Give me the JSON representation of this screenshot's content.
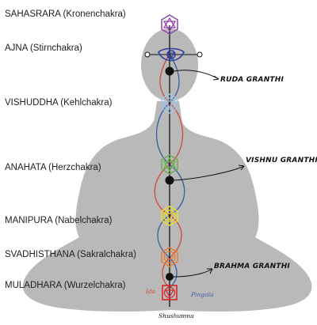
{
  "chakras": [
    {
      "key": "sahasrara",
      "label": "SAHASRARA (Kronenchakra)",
      "color": "#8e44ad"
    },
    {
      "key": "ajna",
      "label": "AJNA (Stirnchakra)",
      "color": "#2c3e9e"
    },
    {
      "key": "vishuddha",
      "label": "VISHUDDHA (Kehlchakra)",
      "color": "#9cc7e8"
    },
    {
      "key": "anahata",
      "label": "ANAHATA (Herzchakra)",
      "color": "#6ab04c"
    },
    {
      "key": "manipura",
      "label": "MANIPURA (Nabelchakra)",
      "color": "#f1e01a"
    },
    {
      "key": "svadhisthana",
      "label": "SVADHISTHANA (Sakralchakra)",
      "color": "#ee7a2f"
    },
    {
      "key": "muladhara",
      "label": "MULADHARA (Wurzelchakra)",
      "color": "#d8282a"
    }
  ],
  "granthis": {
    "rudra": "RUDA GRANTHI",
    "vishnu": "VISHNU GRANTHI",
    "brahma": "BRAHMA GRANTHI"
  },
  "nadis": {
    "ida": {
      "label": "Ida",
      "color": "#d2463b"
    },
    "pingala": {
      "label": "Pingala",
      "color": "#3a5aa8"
    },
    "sushumna": {
      "label": "Shushumna",
      "color": "#111111"
    }
  },
  "colors": {
    "silhouette": "#b9b9b9",
    "background": "#ffffff"
  }
}
